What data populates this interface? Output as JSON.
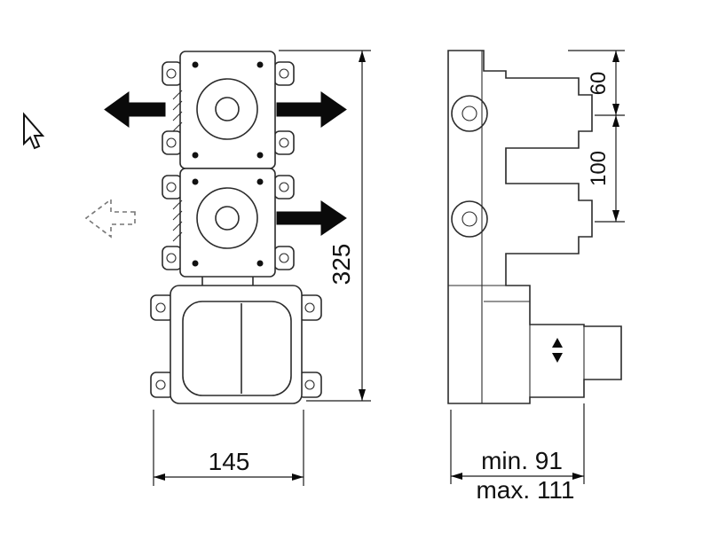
{
  "page": {
    "background": "#ffffff",
    "line_color": "#2b2b2b",
    "arrow_color": "#0a0a0a",
    "text_color": "#111111"
  },
  "drawing": {
    "type": "technical-installation-diagram",
    "views": {
      "front": "concealed-valve-front-view",
      "side": "concealed-valve-side-view"
    }
  },
  "labels": {
    "height": "325",
    "width": "145",
    "offset_top": "60",
    "spacing": "100",
    "depth_min": "min. 91",
    "depth_max": "max. 111"
  },
  "icons": {
    "cursor": "arrow-cursor",
    "flow_arrow_top_left": "solid-left-arrow",
    "flow_arrow_top_right": "solid-right-arrow",
    "flow_arrow_mid_right": "solid-right-arrow",
    "flow_arrow_mid_left": "dashed-left-arrow",
    "depth_adjust": "up-down-triangles"
  }
}
